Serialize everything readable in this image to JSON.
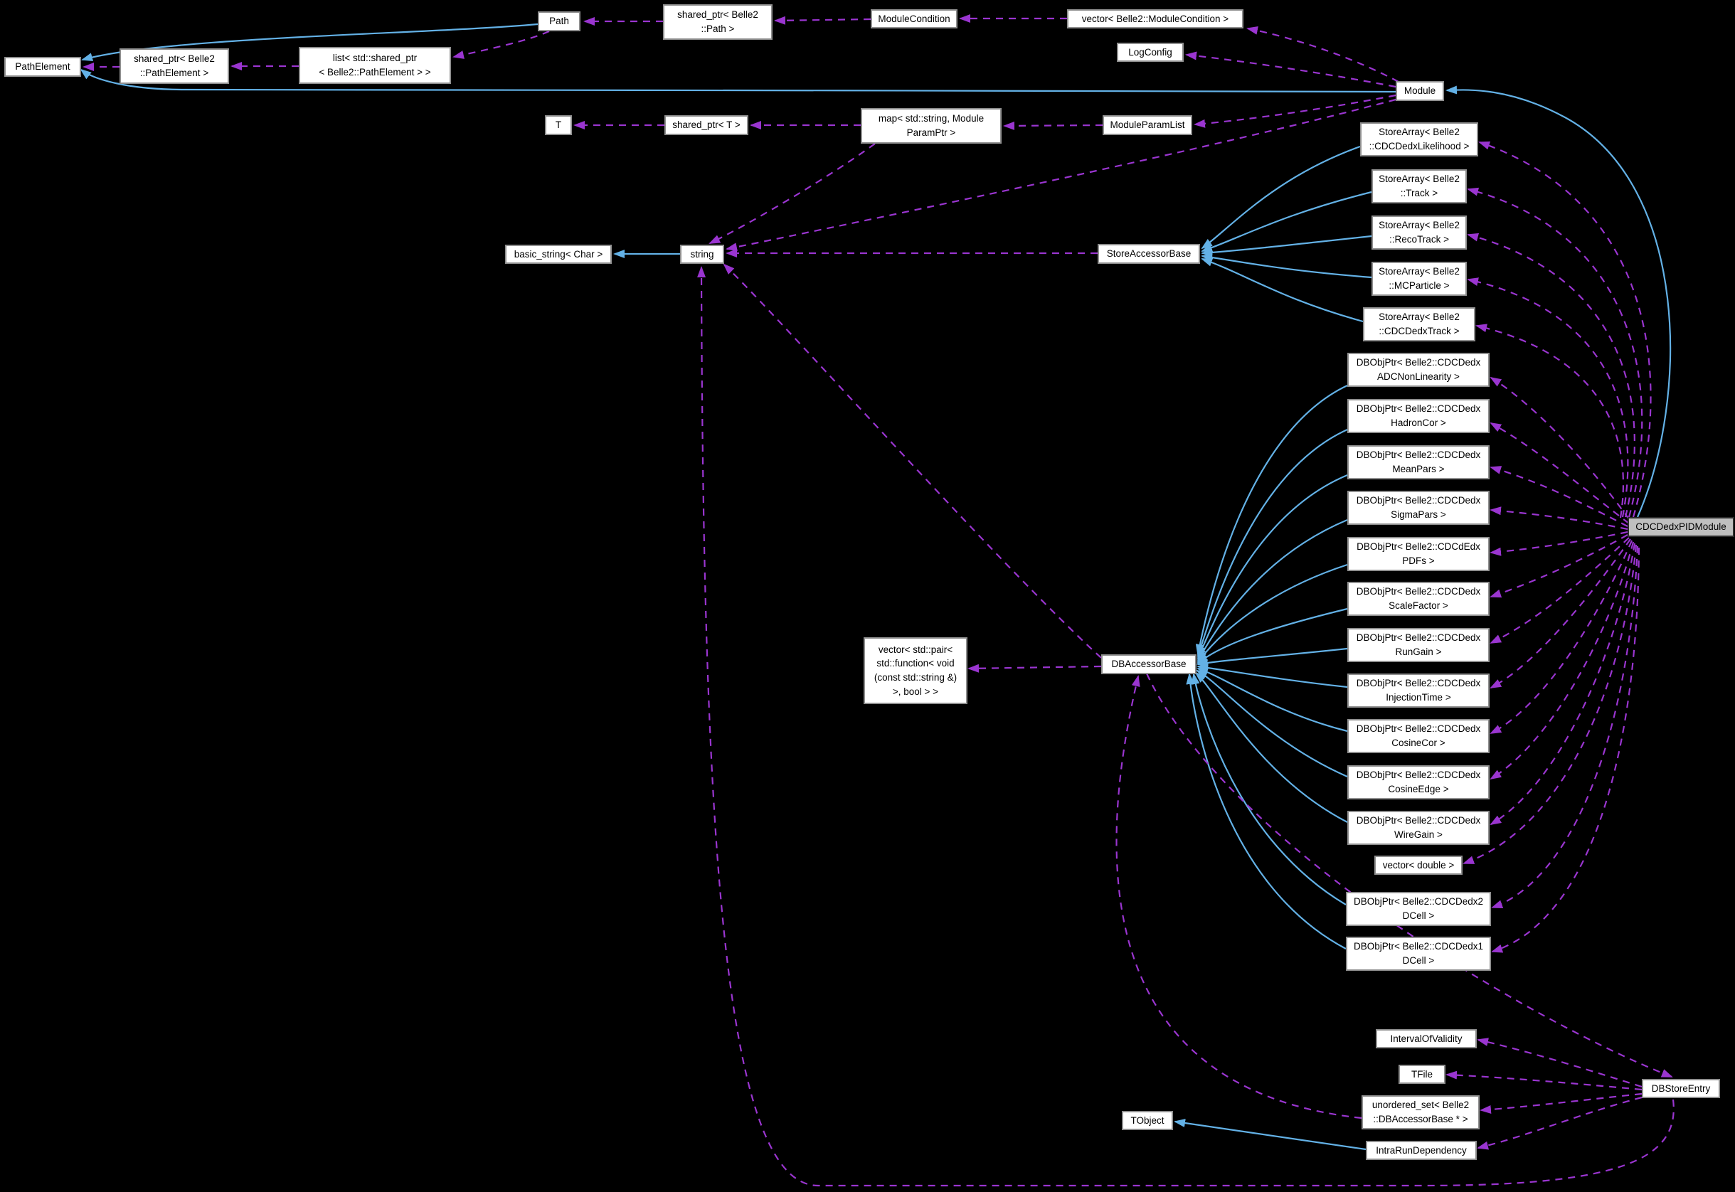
{
  "diagram": {
    "type": "doxygen-collaboration-graph",
    "highlight_node": "CDCDedxPIDModule",
    "colors": {
      "background": "#000000",
      "inheritance_edge": "#63b1e6",
      "usage_edge": "#9a35d0",
      "node_bg": "#ffffff",
      "node_border": "#8f8f8f",
      "highlight_bg": "#bfbfbf",
      "text": "#000000"
    },
    "nodes": {
      "pathElement": {
        "label": "PathElement"
      },
      "sharedPtrPathElement": {
        "label": "shared_ptr< Belle2\n::PathElement >"
      },
      "listSharedPtrPathElement": {
        "label": "list< std::shared_ptr\n< Belle2::PathElement > >"
      },
      "path": {
        "label": "Path"
      },
      "sharedPtrPath": {
        "label": "shared_ptr< Belle2\n::Path >"
      },
      "moduleCondition": {
        "label": "ModuleCondition"
      },
      "vectorModuleCondition": {
        "label": "vector< Belle2::ModuleCondition >"
      },
      "logConfig": {
        "label": "LogConfig"
      },
      "module": {
        "label": "Module"
      },
      "t": {
        "label": "T"
      },
      "sharedPtrT": {
        "label": "shared_ptr< T >"
      },
      "mapParamPtr": {
        "label": "map< std::string, Module\nParamPtr >"
      },
      "moduleParamList": {
        "label": "ModuleParamList"
      },
      "basicString": {
        "label": "basic_string< Char >"
      },
      "stringNode": {
        "label": "string"
      },
      "storeAccessorBase": {
        "label": "StoreAccessorBase"
      },
      "saLikelihood": {
        "label": "StoreArray< Belle2\n::CDCDedxLikelihood >"
      },
      "saTrack": {
        "label": "StoreArray< Belle2\n::Track >"
      },
      "saRecoTrack": {
        "label": "StoreArray< Belle2\n::RecoTrack >"
      },
      "saMCParticle": {
        "label": "StoreArray< Belle2\n::MCParticle >"
      },
      "saCDCDedxTrack": {
        "label": "StoreArray< Belle2\n::CDCDedxTrack >"
      },
      "dbADCNonLinearity": {
        "label": "DBObjPtr< Belle2::CDCDedx\nADCNonLinearity >"
      },
      "dbHadronCor": {
        "label": "DBObjPtr< Belle2::CDCDedx\nHadronCor >"
      },
      "dbMeanPars": {
        "label": "DBObjPtr< Belle2::CDCDedx\nMeanPars >"
      },
      "dbSigmaPars": {
        "label": "DBObjPtr< Belle2::CDCDedx\nSigmaPars >"
      },
      "dbPDFs": {
        "label": "DBObjPtr< Belle2::CDCdEdx\nPDFs >"
      },
      "dbScaleFactor": {
        "label": "DBObjPtr< Belle2::CDCDedx\nScaleFactor >"
      },
      "dbRunGain": {
        "label": "DBObjPtr< Belle2::CDCDedx\nRunGain >"
      },
      "dbInjectionTime": {
        "label": "DBObjPtr< Belle2::CDCDedx\nInjectionTime >"
      },
      "dbCosineCor": {
        "label": "DBObjPtr< Belle2::CDCDedx\nCosineCor >"
      },
      "dbCosineEdge": {
        "label": "DBObjPtr< Belle2::CDCDedx\nCosineEdge >"
      },
      "dbWireGain": {
        "label": "DBObjPtr< Belle2::CDCDedx\nWireGain >"
      },
      "vectorDouble": {
        "label": "vector< double >"
      },
      "db2DCell": {
        "label": "DBObjPtr< Belle2::CDCDedx2\nDCell >"
      },
      "db1DCell": {
        "label": "DBObjPtr< Belle2::CDCDedx1\nDCell >"
      },
      "vectorPair": {
        "label": "vector< std::pair<\nstd::function< void\n(const std::string &)\n>, bool > >"
      },
      "dbAccessorBase": {
        "label": "DBAccessorBase"
      },
      "cdcDedxPIDModule": {
        "label": "CDCDedxPIDModule"
      },
      "intervalOfValidity": {
        "label": "IntervalOfValidity"
      },
      "tFile": {
        "label": "TFile"
      },
      "unorderedSet": {
        "label": "unordered_set< Belle2\n::DBAccessorBase * >"
      },
      "tObject": {
        "label": "TObject"
      },
      "intraRunDependency": {
        "label": "IntraRunDependency"
      },
      "dbStoreEntry": {
        "label": "DBStoreEntry"
      }
    }
  }
}
